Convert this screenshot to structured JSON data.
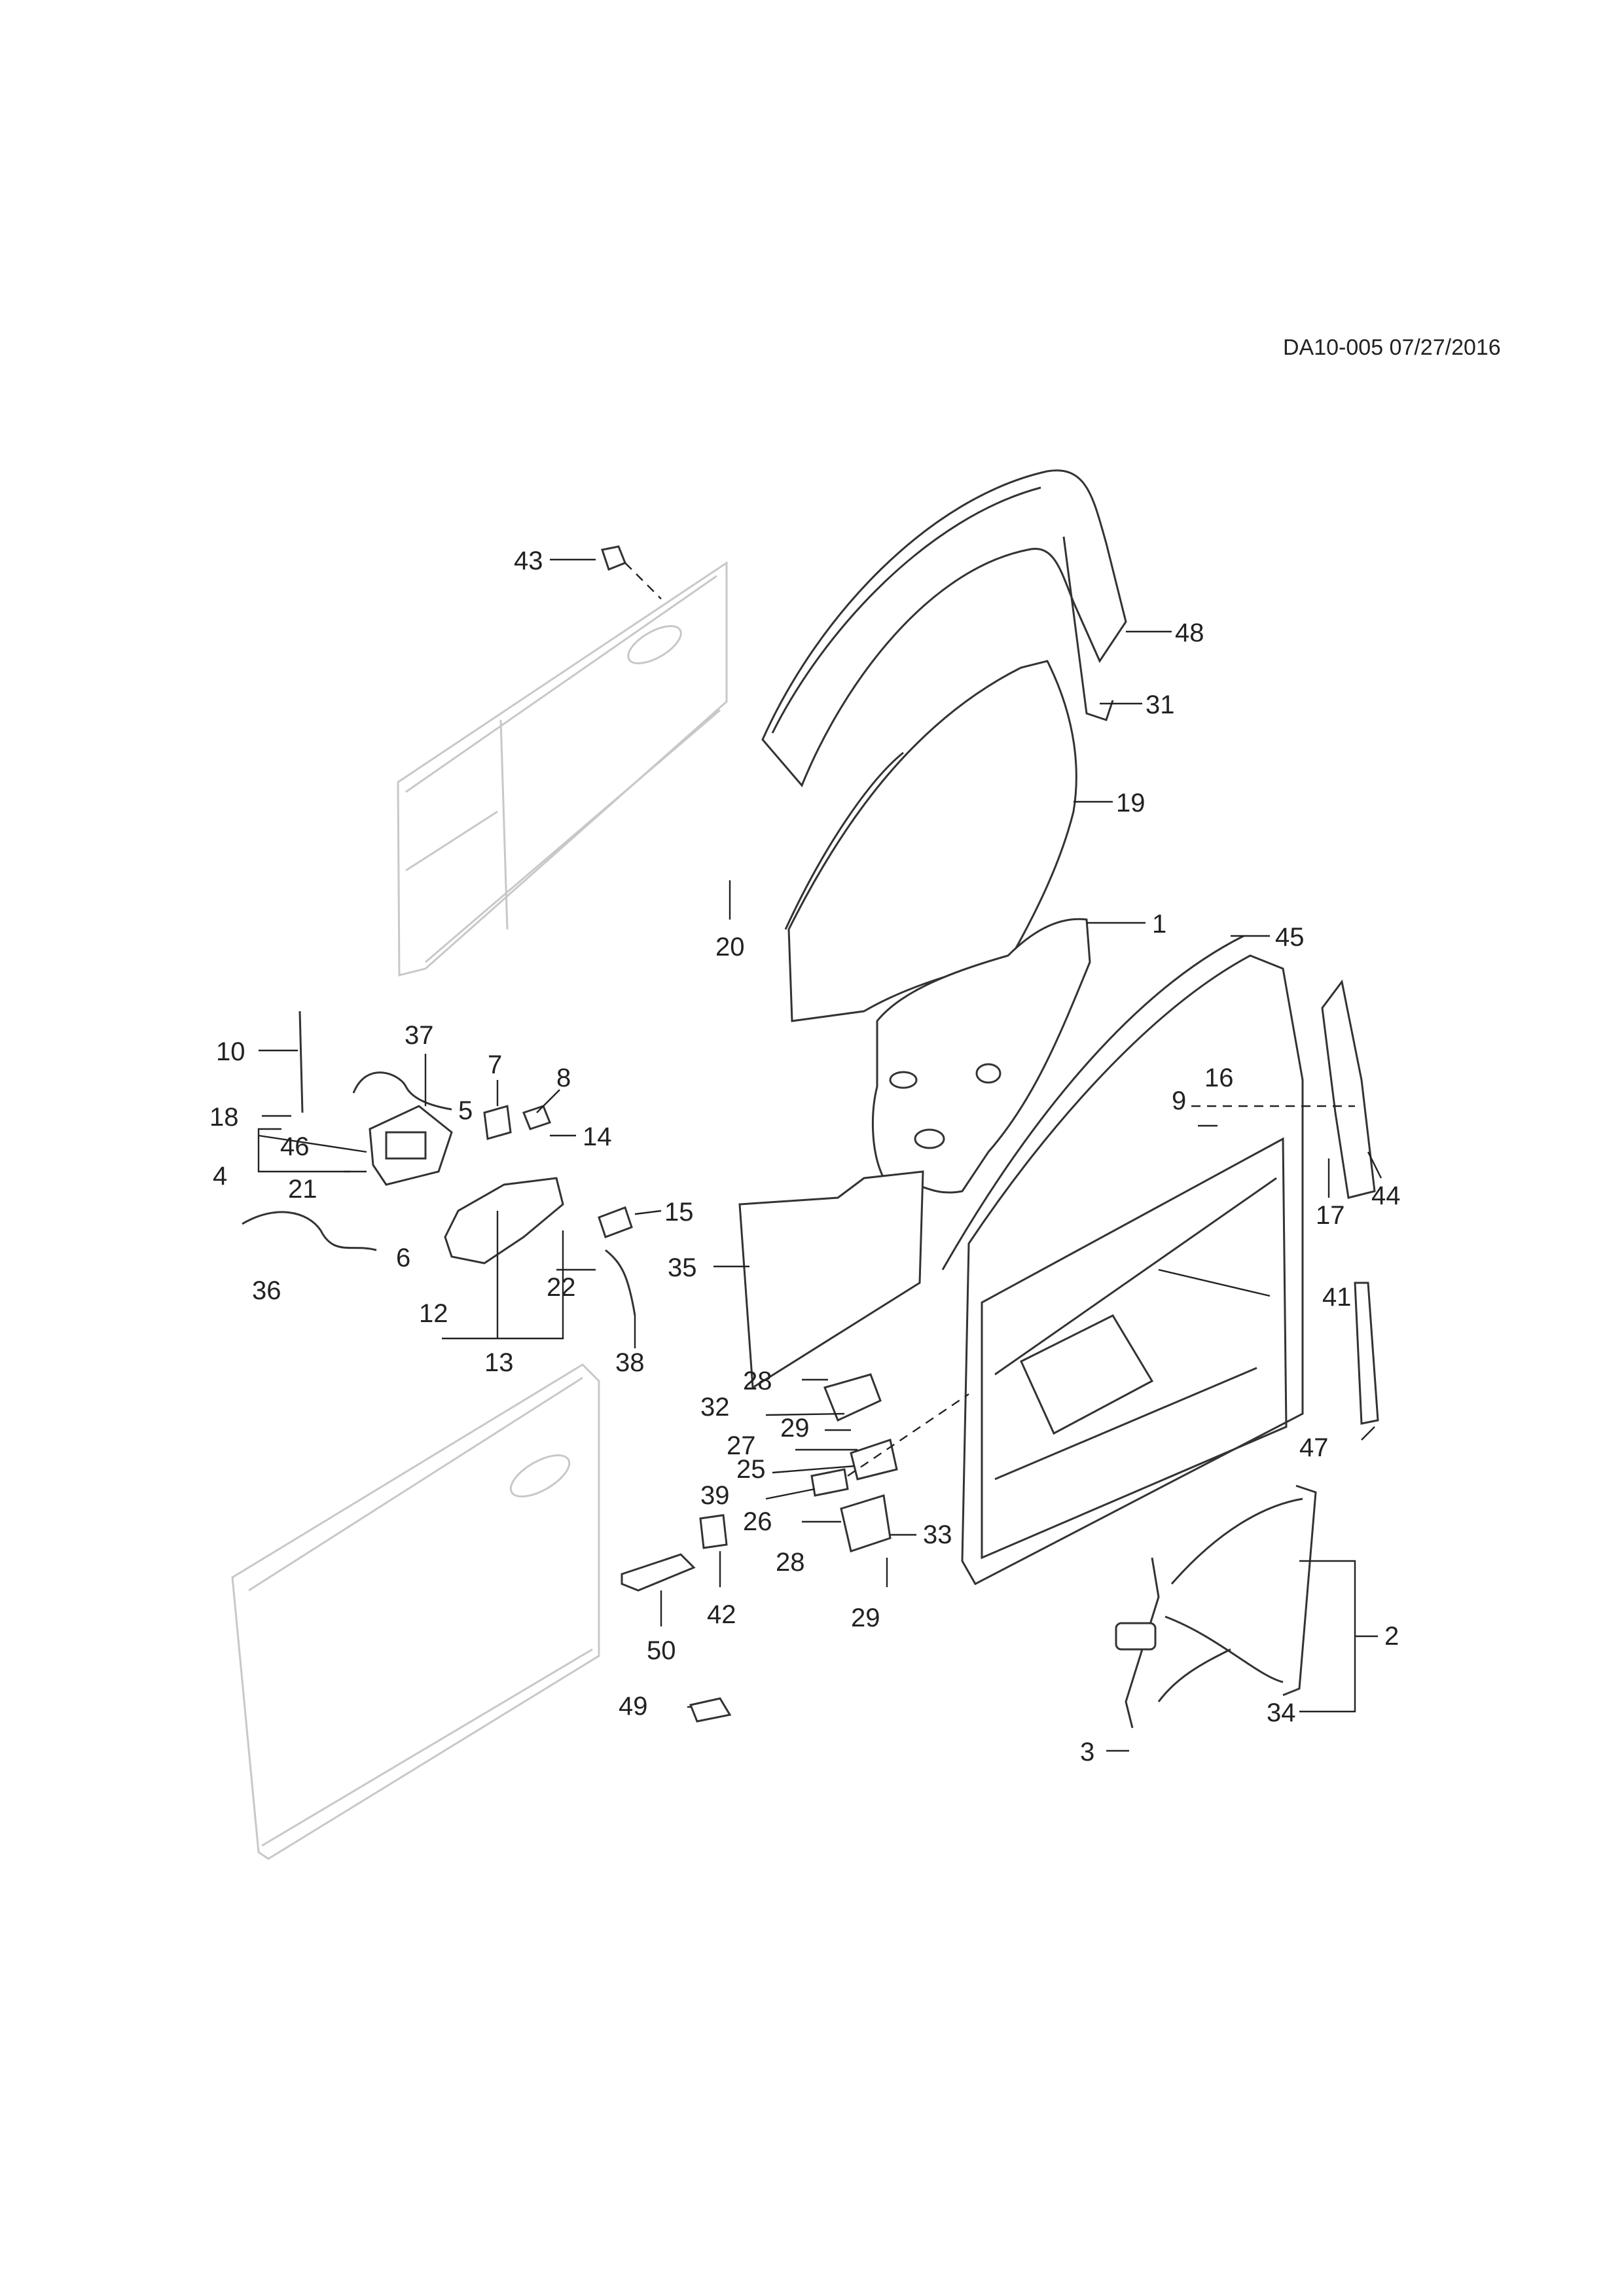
{
  "header": {
    "code": "DA10-005 07/27/2016"
  },
  "callouts": {
    "c1": "1",
    "c2": "2",
    "c3": "3",
    "c4": "4",
    "c5": "5",
    "c6": "6",
    "c7": "7",
    "c8": "8",
    "c9": "9",
    "c10": "10",
    "c12": "12",
    "c13": "13",
    "c14": "14",
    "c15": "15",
    "c16": "16",
    "c17": "17",
    "c18": "18",
    "c19": "19",
    "c20": "20",
    "c21": "21",
    "c22": "22",
    "c25": "25",
    "c26": "26",
    "c27": "27",
    "c28a": "28",
    "c28b": "28",
    "c29a": "29",
    "c29b": "29",
    "c31": "31",
    "c32": "32",
    "c33": "33",
    "c34": "34",
    "c35": "35",
    "c36": "36",
    "c37": "37",
    "c38": "38",
    "c39": "39",
    "c41": "41",
    "c42": "42",
    "c43": "43",
    "c44": "44",
    "c45": "45",
    "c46": "46",
    "c47": "47",
    "c48": "48",
    "c49": "49",
    "c50": "50"
  }
}
